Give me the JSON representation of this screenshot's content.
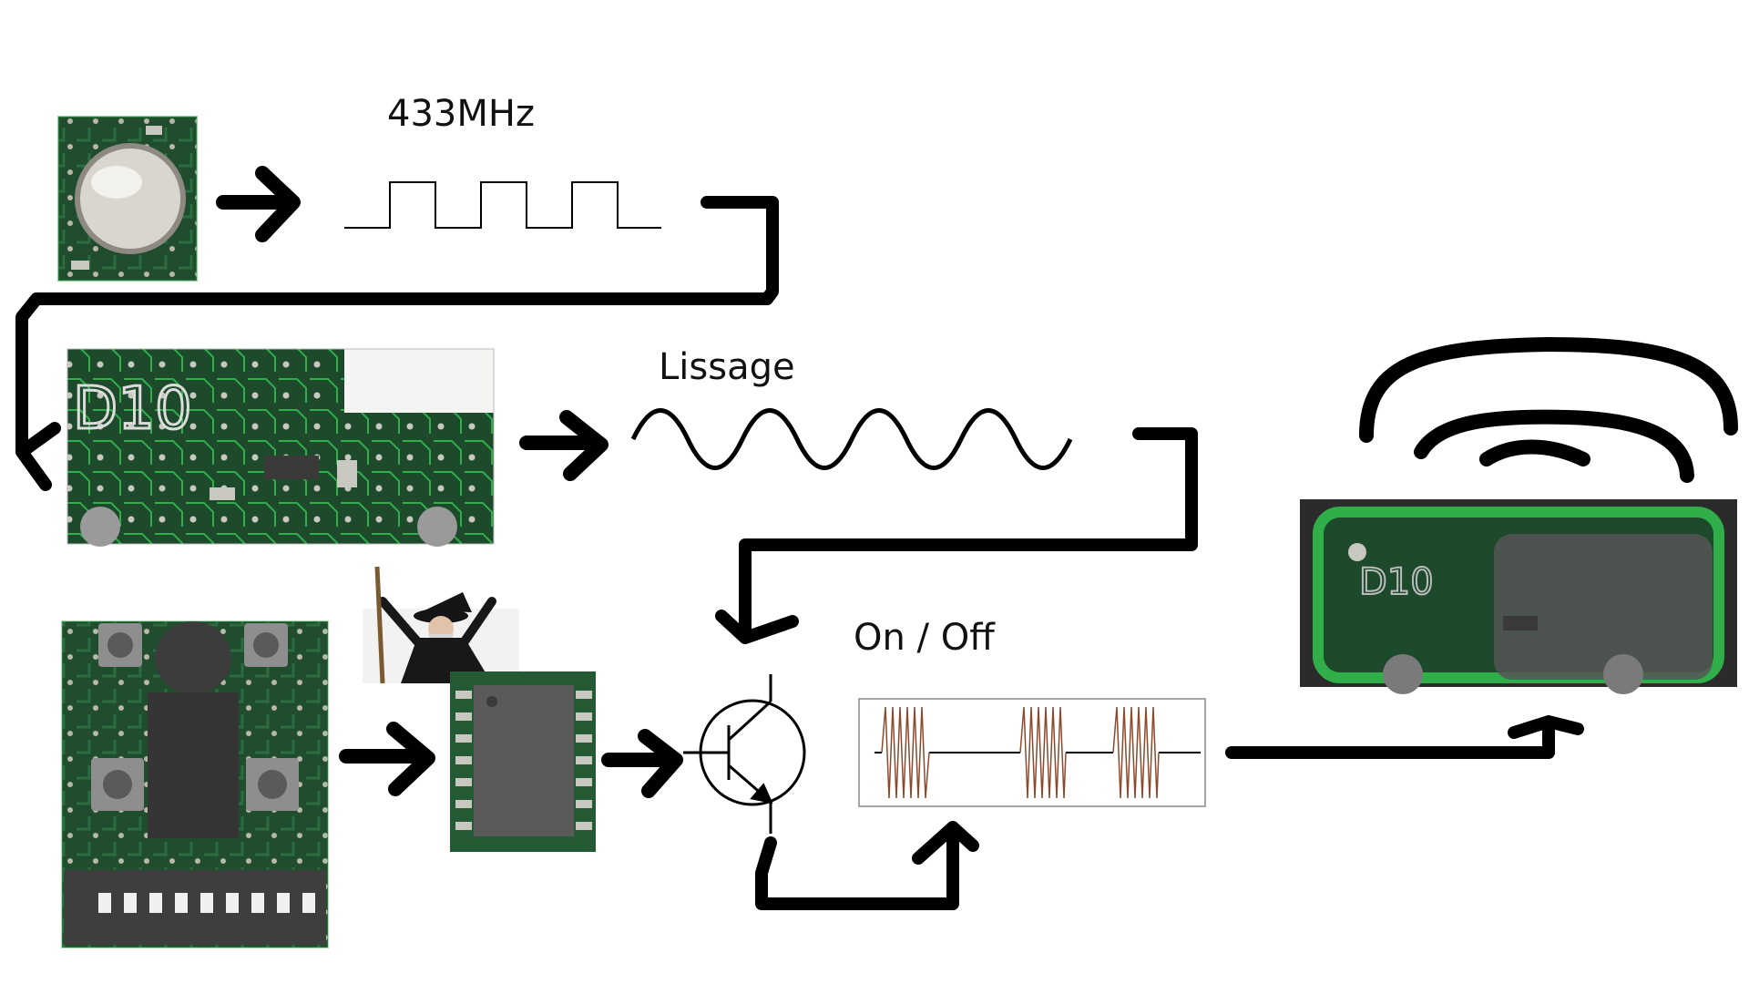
{
  "labels": {
    "frequency": "433MHz",
    "smoothing": "Lissage",
    "switching": "On / Off"
  },
  "colors": {
    "ink": "#000000",
    "pcb_green": "#1f4d2e",
    "pcb_dark": "#17311f",
    "trace_green": "#2fae4a",
    "solder": "#c8c8c0",
    "chip": "#4a4a4a",
    "rf_wave": "#8b4a2b",
    "screen_grey": "#555555"
  },
  "icons": {
    "oscillator_photo": "rf-oscillator-can-photo",
    "board_photo": "remote-board-d10-photo",
    "keypad_board_photo": "remote-keypad-board-photo",
    "wizard_photo": "wizard-photo",
    "chip_photo": "encoder-chip-photo",
    "transistor": "npn-transistor-symbol",
    "remote_photo": "remote-control-photo",
    "broadcast": "radio-waves-icon"
  }
}
